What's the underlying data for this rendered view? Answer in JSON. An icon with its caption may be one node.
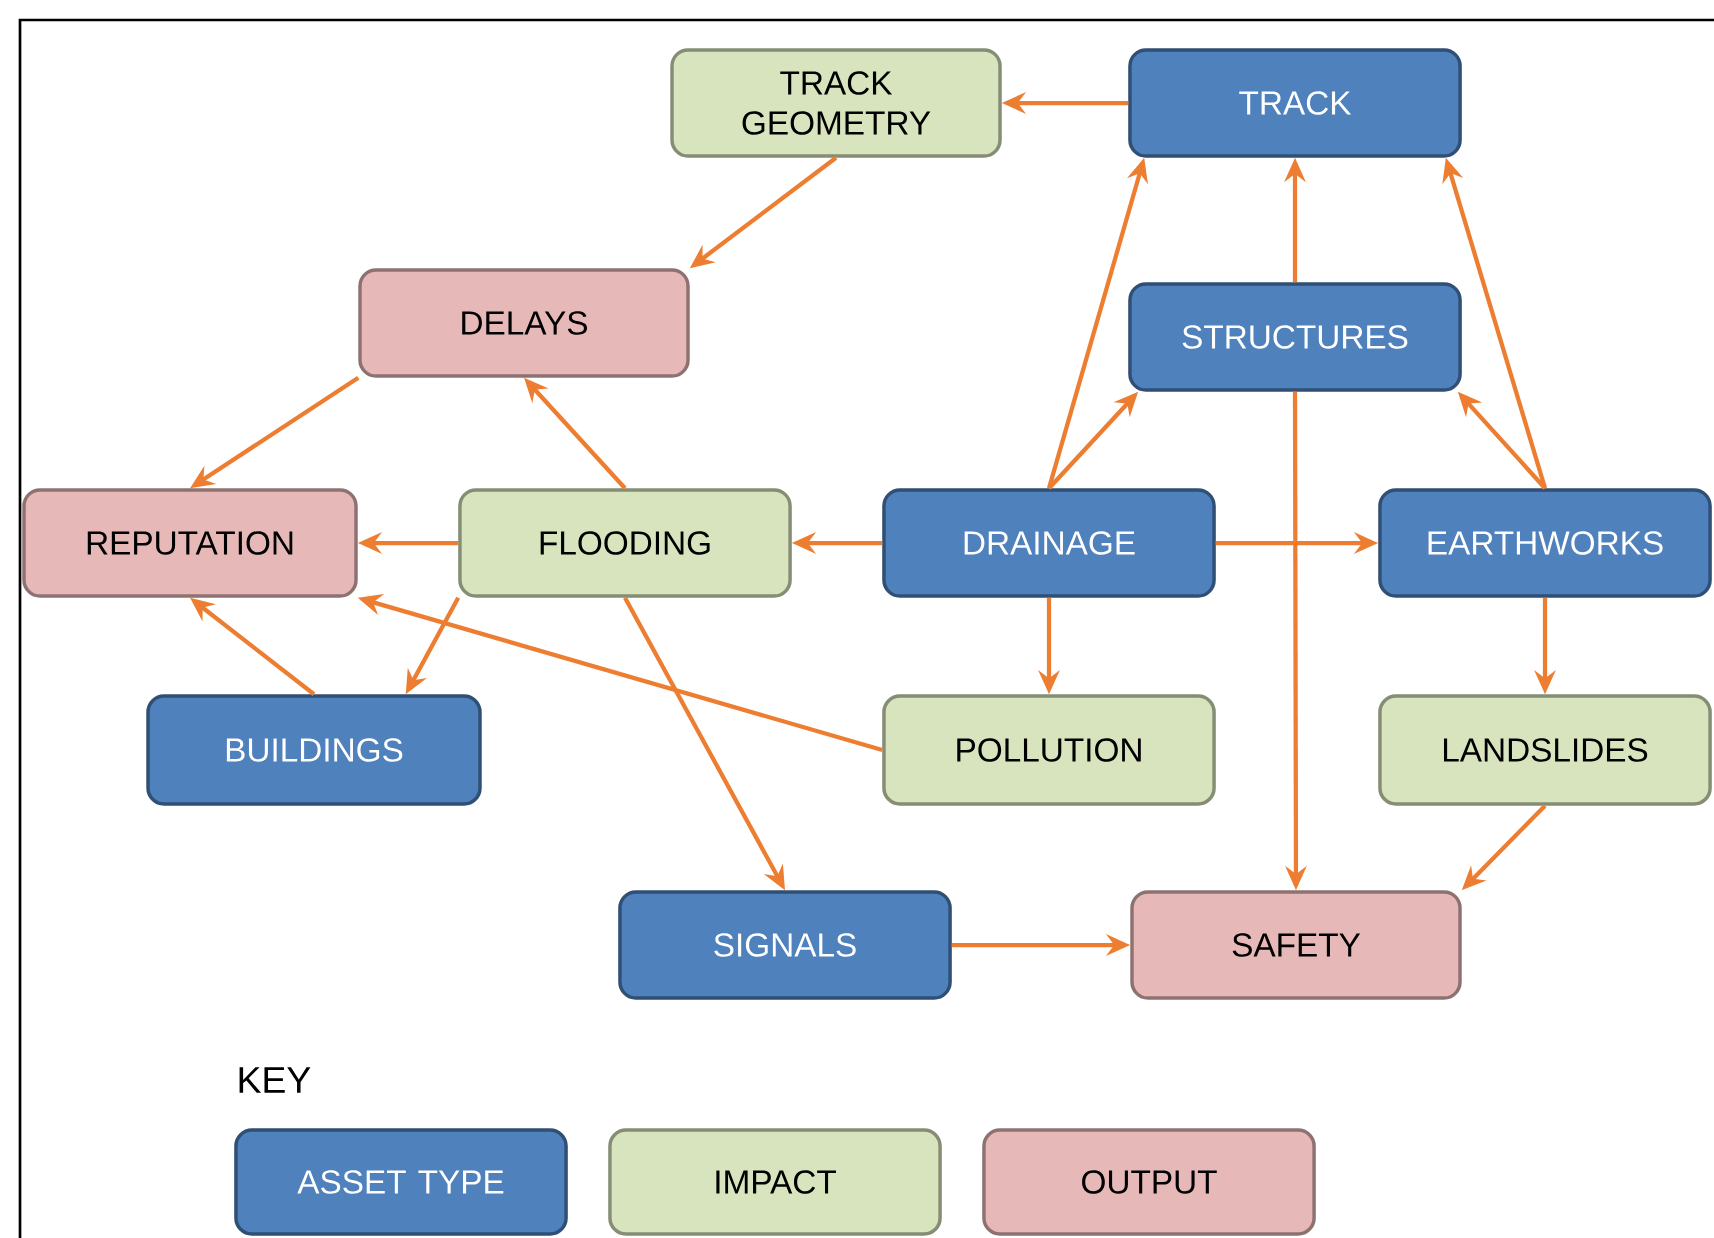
{
  "diagram": {
    "nodes": [
      {
        "text": [
          "TRACK GEOMETRY"
        ]
      },
      {
        "text": [
          "TRACK"
        ]
      },
      {
        "text": [
          "DELAYS"
        ]
      },
      {
        "text": [
          "STRUCTURES"
        ]
      },
      {
        "text": [
          "REPUTATION"
        ]
      },
      {
        "text": [
          "FLOODING"
        ]
      },
      {
        "text": [
          "DRAINAGE"
        ]
      },
      {
        "text": [
          "EARTHWORKS"
        ]
      },
      {
        "text": [
          "BUILDINGS"
        ]
      },
      {
        "text": [
          "POLLUTION"
        ]
      },
      {
        "text": [
          "LANDSLIDES"
        ]
      },
      {
        "text": [
          "SIGNALS"
        ]
      },
      {
        "text": [
          "SAFETY"
        ]
      }
    ],
    "edges": [
      {
        "from": 1,
        "to": 0,
        "arrow": "to"
      },
      {
        "from": 0,
        "to": 2,
        "arrow": "to"
      },
      {
        "from": 2,
        "to": 4,
        "arrow": "to"
      },
      {
        "from": 5,
        "to": 2,
        "arrow": "to"
      },
      {
        "from": 5,
        "to": 4,
        "arrow": "to"
      },
      {
        "from": 6,
        "to": 5,
        "arrow": "to"
      },
      {
        "from": 5,
        "to": 8,
        "arrow": "to"
      },
      {
        "from": 8,
        "to": 4,
        "arrow": "to"
      },
      {
        "from": 9,
        "to": 4,
        "arrow": "to"
      },
      {
        "from": 5,
        "to": 11,
        "arrow": "to"
      },
      {
        "from": 6,
        "to": 1,
        "arrow": "to"
      },
      {
        "from": 6,
        "to": 3,
        "arrow": "to"
      },
      {
        "from": 3,
        "to": 1,
        "arrow": "to"
      },
      {
        "from": 3,
        "to": 12,
        "arrow": "to"
      },
      {
        "from": 6,
        "to": 7,
        "arrow": "to"
      },
      {
        "from": 7,
        "to": 1,
        "arrow": "to"
      },
      {
        "from": 7,
        "to": 3,
        "arrow": "to"
      },
      {
        "from": 6,
        "to": 9,
        "arrow": "to"
      },
      {
        "from": 7,
        "to": 10,
        "arrow": "to"
      },
      {
        "from": 10,
        "to": 12,
        "arrow": "to"
      },
      {
        "from": 11,
        "to": 12,
        "arrow": "to"
      }
    ],
    "labels": [
      "KEY"
    ],
    "legend": [
      {
        "text": "ASSET TYPE",
        "color": "#4f81bd"
      },
      {
        "text": "IMPACT",
        "color": "#d7e4bd"
      },
      {
        "text": "OUTPUT",
        "color": "#e6b9b8"
      }
    ]
  }
}
